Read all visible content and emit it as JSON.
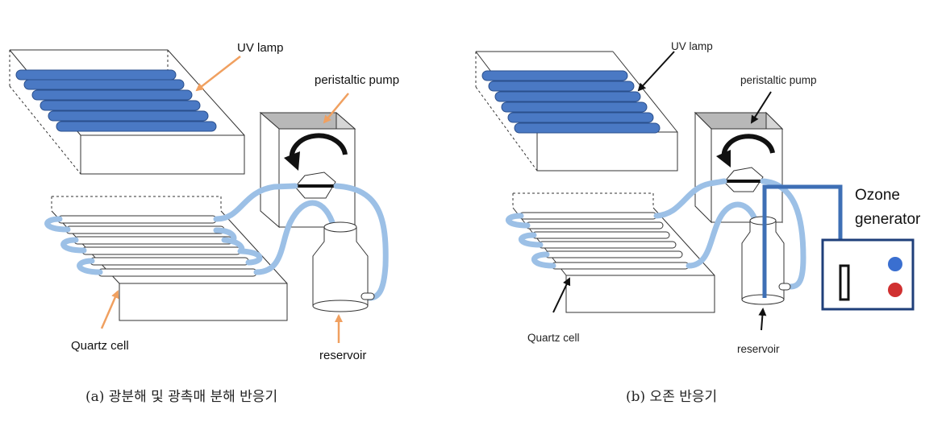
{
  "panel_a": {
    "uv_lamp": "UV lamp",
    "pump": "peristaltic pump",
    "quartz": "Quartz cell",
    "reservoir": "reservoir",
    "caption": "(a) 광분해 및 광촉매 분해 반응기"
  },
  "panel_b": {
    "uv_lamp": "UV lamp",
    "pump": "peristaltic pump",
    "quartz": "Quartz cell",
    "reservoir": "reservoir",
    "ozone_line1": "Ozone",
    "ozone_line2": "generator",
    "caption": "(b) 오존 반응기"
  },
  "colors": {
    "lamp_fill": "#4a79c4",
    "tube": "#9cc0e6",
    "ozone_line": "#3e6fb5",
    "orange_arrow": "#f0a060",
    "black_arrow": "#111111",
    "pump_top": "#b8b8b8",
    "generator_border": "#1f3f7a",
    "knob_blue": "#3a6fd0",
    "knob_red": "#d03030"
  }
}
